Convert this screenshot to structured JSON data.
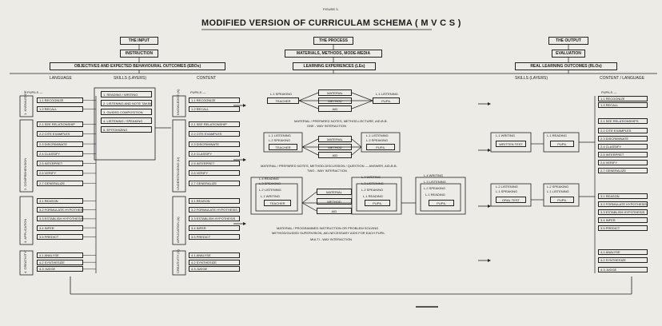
{
  "figure_label": "FIGURE 3.",
  "title": "MODIFIED VERSION OF CURRICULAM SCHEMA ( M V C S )",
  "input": {
    "header": "THE INPUT",
    "sub": "INSTRUCTION",
    "objectives": "OBJECTIVES AND EXPECTED BEHAVIOURAL OUTCOMES (EBOs)",
    "col_language": "LANGUAGE",
    "col_skills": "SKILLS (LAYERS)",
    "col_content": "CONTENT",
    "pupils": "PUPILS —",
    "lang_groups": [
      {
        "label": "1. KNOWLEDGE",
        "items": [
          "1.1 RECOGNIZE",
          "1.2 RECALL"
        ]
      },
      {
        "label": "2. COMPREHENSION",
        "items": [
          "2.1 SEE RELATIONSHIP",
          "2.2 CITE EXAMPLES",
          "2.3 DISCRIMINATE",
          "2.4 CLASSIFY",
          "2.5 INTERPRET",
          "2.6 VERIFY",
          "2.7 GENERALIZE"
        ]
      },
      {
        "label": "3. APPLICATION",
        "items": [
          "3.1 REASON",
          "3.2 FORMULATE HYPOTHESIS",
          "3.3 ESTABLISH HYPOTHESIS",
          "3.4 INFER",
          "3.5 PREDICT"
        ]
      },
      {
        "label": "4. CREATIVITY",
        "items": [
          "4.1 ANALYSE",
          "4.2 SYNTHESIZE",
          "4.3 JUDGE"
        ]
      }
    ],
    "skills": [
      "1. READING / WRITING",
      "2. LISTENING AND NOTE TAKING",
      "3. GUIDED COMPOSITION",
      "4. LISTENING / SPEAKING",
      "5. EPITOMIZING"
    ],
    "content_groups": [
      {
        "label": "KNOWLEDGE (K)",
        "items": [
          "1.1 RECOGNIZE",
          "1.2 RECALL"
        ]
      },
      {
        "label": "UNDERSTANDING (U)",
        "items": [
          "2.1 SEE RELATIONSHIP",
          "2.2 CITE EXAMPLES",
          "2.3 DISCRIMINATE",
          "2.4 CLASSIFY",
          "2.5 INTERPRET",
          "2.6 VERIFY",
          "2.7 GENERALIZE"
        ]
      },
      {
        "label": "APPLICATION (A)",
        "items": [
          "3.1 REASON",
          "3.2 FORMULATE HYPOTHESIS",
          "3.3 ESTABLISH HYPOTHESIS",
          "3.4 INFER",
          "3.5 PREDICT"
        ]
      },
      {
        "label": "CREATIVITY (C)",
        "items": [
          "4.1 ANALYSE",
          "4.2 SYNTHESIZE",
          "4.3 JUDGE"
        ]
      }
    ]
  },
  "process": {
    "header": "THE PROCESS",
    "sub": "MATERIALS, METHODS, MODE-MEDIA",
    "experiences": "LEARNING EXPERIENCES (LEs)",
    "block1": {
      "left_skill": "L.1 SPEAKING",
      "left": "TEACHER",
      "mid": [
        "MATERIAL",
        "METHOD",
        "AID"
      ],
      "right_skill": "L.1 LISTENING",
      "right": "PUPIL",
      "note": "MATERIAL / PREPARED NOTES, METHOD-LECTURE, AID-B.B.",
      "mode": "ONE - WAY INTERACTION"
    },
    "block2": {
      "left_skill": "L.1 LISTENING",
      "left_skill2": "L.2 SPEAKING",
      "left": "TEACHER",
      "mid": [
        "MATERIAL",
        "METHOD",
        "AID"
      ],
      "right_skill": "L.1 LISTENING",
      "right_skill2": "L.2 SPEAKING",
      "right": "PUPIL",
      "note": "MATERIAL / PREPARED NOTES, METHOD-DISCUSSION / QUESTION — ANSWER, AID-B.B.",
      "mode": "TWO - WAY INTERACTION"
    },
    "block3": {
      "left_skills": [
        "L.4 READING",
        "L.3 SPEAKING",
        "L.2 LISTENING",
        "L.1 WRITING"
      ],
      "left": "TEACHER",
      "mid": [
        "MATERIAL",
        "METHOD",
        "AID"
      ],
      "center_skills": [
        "L.4 WRITING",
        "L.3 LISTENING",
        "L.2 SPEAKING",
        "L.1 READING"
      ],
      "center": "PUPIL",
      "right_skills": [
        "L.4 WRITING",
        "L.3 LISTENING",
        "L.2 SPEAKING",
        "L.1 READING"
      ],
      "right": "PUPIL",
      "note": "MATERIAL / PROGRAMMED INSTRUCTION OR PROBLEM SOLVING",
      "note2": "METHOD/GUIDED SUPERVISION, AID-NECESSARY AIDS FOR EACH PUPIL",
      "mode": "MULTI - WAY INTERACTION"
    }
  },
  "output": {
    "header": "THE OUTPUT",
    "sub": "EVALUATION",
    "outcomes": "REAL LEARNING OUTCOMES (RLOs)",
    "col_skills": "SKILLS (LAYERS)",
    "col_content": "CONTENT / LANGUAGE",
    "pupils": "PUPILS —",
    "written_skill": "L.1 WRITING",
    "written": "WRITTEN TEST",
    "written_pupil_skill": "L.1 READING",
    "written_pupil": "PUPIL",
    "oral_skill": "L.2 LISTENING",
    "oral_skill2": "L.1 SPEAKING",
    "oral": "ORAL TEST",
    "oral_pupil_skill": "L.2 SPEAKING",
    "oral_pupil_skill2": "L.1 LISTENING",
    "oral_pupil": "PUPIL",
    "items": [
      "1.1 RECOGNIZE",
      "1.2 RECALL",
      "2.1 SEE RELATIONSHIPS",
      "2.2 CITE EXAMPLES",
      "2.3 DISCRIMINATE",
      "2.4 CLASSIFY",
      "2.5 INTERPRET",
      "2.6 VERIFY",
      "2.7 GENERALIZE",
      "3.1 REASON",
      "3.2 FORMULATE HYPOTHESIS",
      "3.3 ESTABLISH HYPOTHESIS",
      "3.4 INFER",
      "3.5 PREDICT",
      "4.1 ANALYSE",
      "4.2 SYNTHESIZE",
      "4.3 JUDGE"
    ]
  }
}
